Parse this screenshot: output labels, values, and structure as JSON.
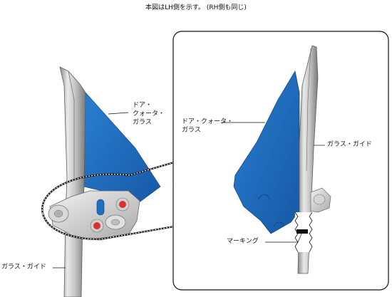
{
  "caption": "本図はLH側を示す。 (RH側も同じ)",
  "labels": {
    "door_quarter_glass_left_1": "ドア・",
    "door_quarter_glass_left_2": "クォータ・",
    "door_quarter_glass_left_3": "ガラス",
    "door_quarter_glass_right_1": "ドア・クォータ・",
    "door_quarter_glass_right_2": "ガラス",
    "glass_guide_right": "ガラス・ガイド",
    "glass_guide_left": "ガラス・ガイド",
    "marking": "マーキング"
  },
  "colors": {
    "glass_blue": "#1f6fc0",
    "metal_light": "#e6e6e6",
    "metal_mid": "#bdbdbd",
    "metal_dark": "#7e7e7e",
    "bolt_red": "#d93030"
  }
}
